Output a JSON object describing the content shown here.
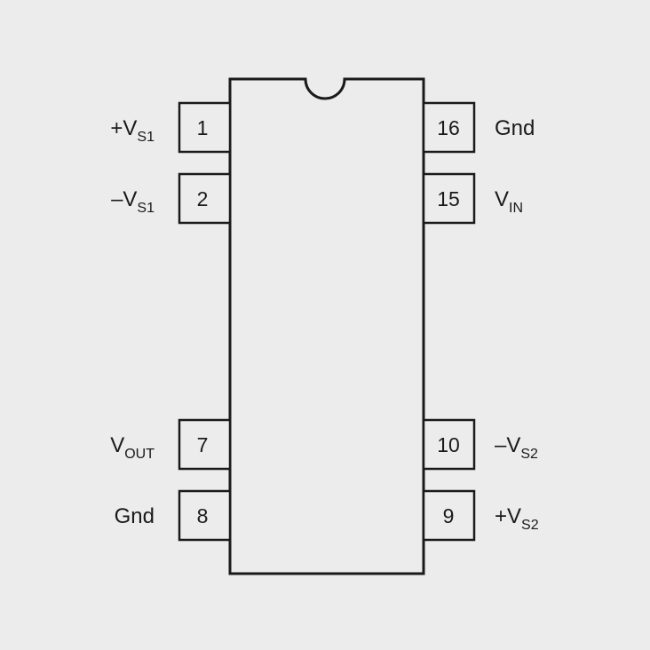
{
  "pins": {
    "p1": {
      "number": "1",
      "label": "+V",
      "sub": "S1"
    },
    "p2": {
      "number": "2",
      "label": "–V",
      "sub": "S1"
    },
    "p7": {
      "number": "7",
      "label": "V",
      "sub": "OUT"
    },
    "p8": {
      "number": "8",
      "label": "Gnd",
      "sub": ""
    },
    "p16": {
      "number": "16",
      "label": "Gnd",
      "sub": ""
    },
    "p15": {
      "number": "15",
      "label": "V",
      "sub": "IN"
    },
    "p10": {
      "number": "10",
      "label": "–V",
      "sub": "S2"
    },
    "p9": {
      "number": "9",
      "label": "+V",
      "sub": "S2"
    }
  },
  "colors": {
    "background": "#ececec",
    "line": "#1a1a1a"
  }
}
